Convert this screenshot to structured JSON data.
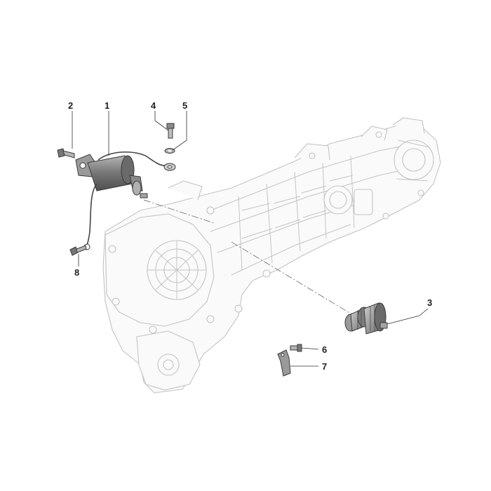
{
  "colors": {
    "background": "#ffffff",
    "casing_outline": "#c4c4c4",
    "part_fill": "#8a8a8a",
    "part_outline": "#3a3a3a",
    "callout_text": "#222222"
  },
  "callouts": [
    {
      "id": "1",
      "label": "1"
    },
    {
      "id": "2",
      "label": "2"
    },
    {
      "id": "3",
      "label": "3"
    },
    {
      "id": "4",
      "label": "4"
    },
    {
      "id": "5",
      "label": "5"
    },
    {
      "id": "6",
      "label": "6"
    },
    {
      "id": "7",
      "label": "7"
    },
    {
      "id": "8",
      "label": "8"
    }
  ]
}
